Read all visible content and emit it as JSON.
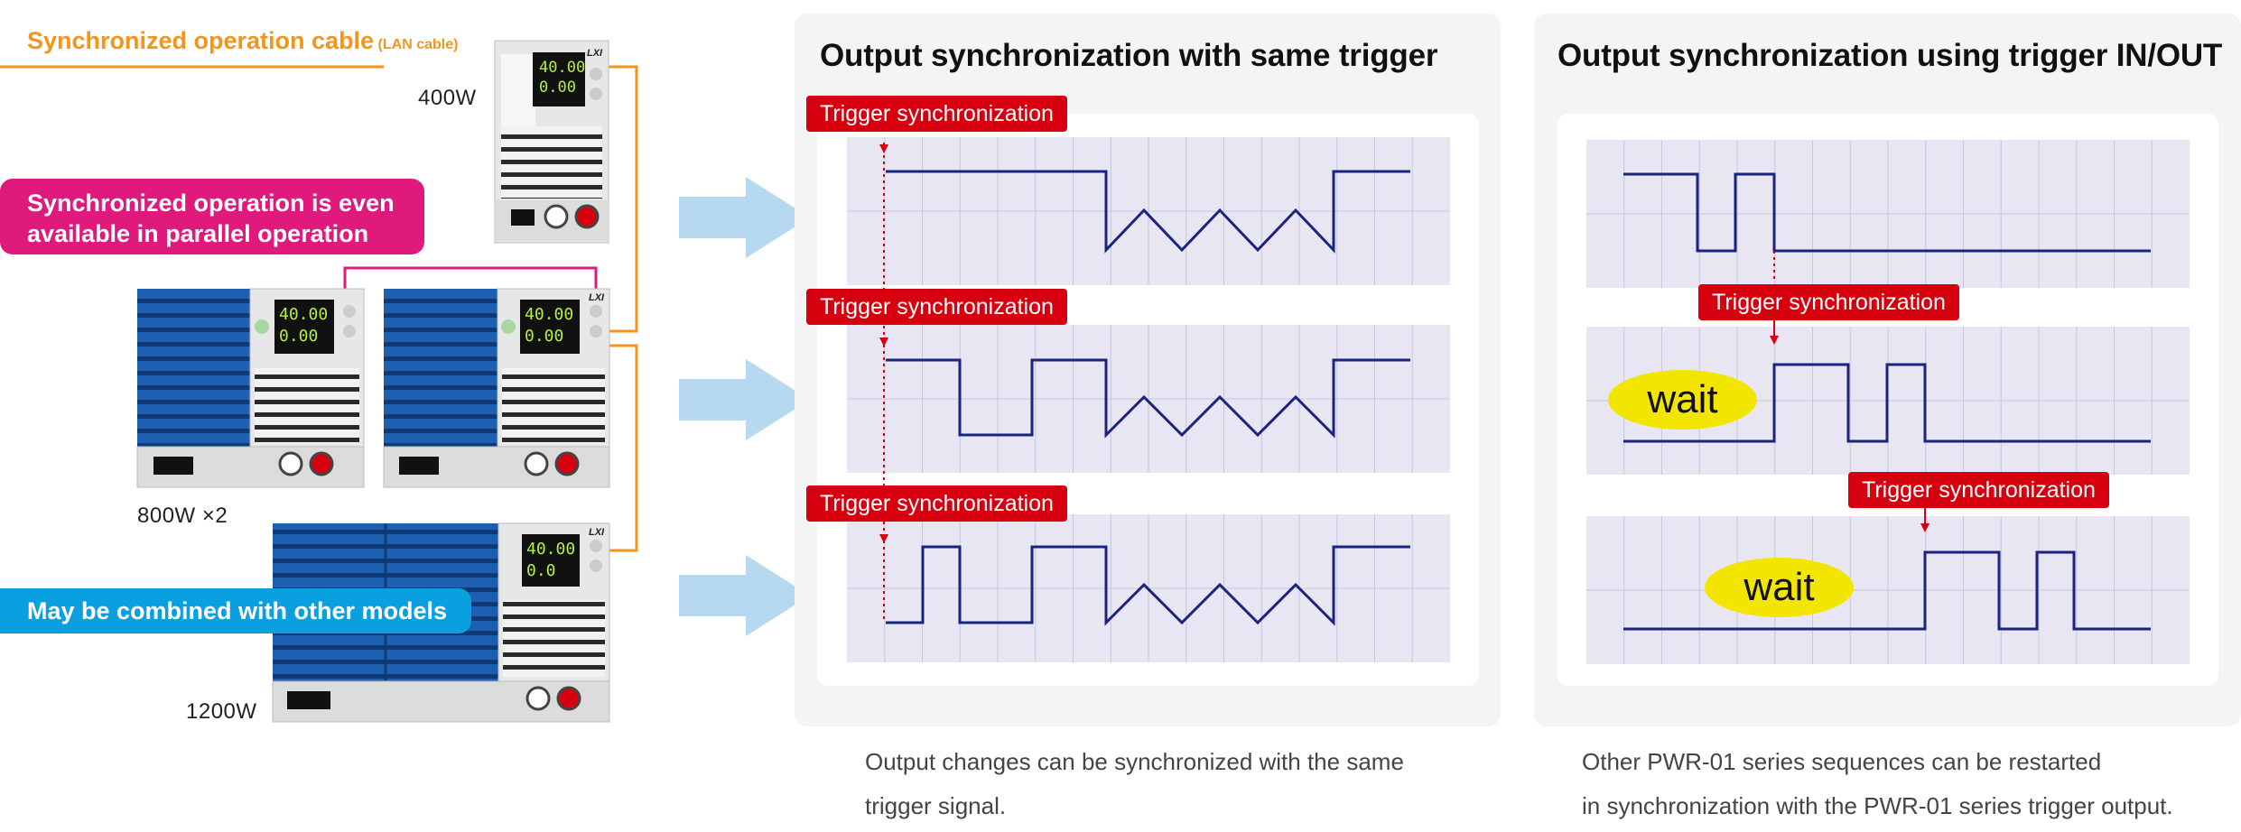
{
  "left": {
    "cable_label": "Synchronized operation cable",
    "cable_sub": "(LAN cable)",
    "callout_parallel_line1": "Synchronized operation is even",
    "callout_parallel_line2": "available in parallel operation",
    "callout_combined": "May be combined with other models",
    "watt_400": "400W",
    "watt_800": "800W ×2",
    "watt_1200": "1200W",
    "unit_display_v": "40.00",
    "unit_display_a": "0.00",
    "unit_display_a_short": "0.0",
    "unit_lxi": "LXI"
  },
  "panel1": {
    "title": "Output synchronization with same trigger",
    "trigger_label": "Trigger synchronization",
    "caption_line1": "Output changes can be synchronized with the same",
    "caption_line2": "trigger signal."
  },
  "panel2": {
    "title": "Output synchronization using trigger IN/OUT",
    "trigger_label": "Trigger synchronization",
    "wait_label": "wait",
    "caption_line1": "Other PWR-01 series sequences can be restarted",
    "caption_line2": "in synchronization with the PWR-01 series trigger output."
  },
  "colors": {
    "orange": "#f0961e",
    "magenta": "#e0197d",
    "cyan": "#0aa0e0",
    "red": "#d7000f",
    "wave": "#1a237e",
    "grid_bg": "#e8e6f2",
    "arrow": "#b7d9ef",
    "wait": "#f2e600",
    "unit_blue": "#1f5fb0"
  }
}
